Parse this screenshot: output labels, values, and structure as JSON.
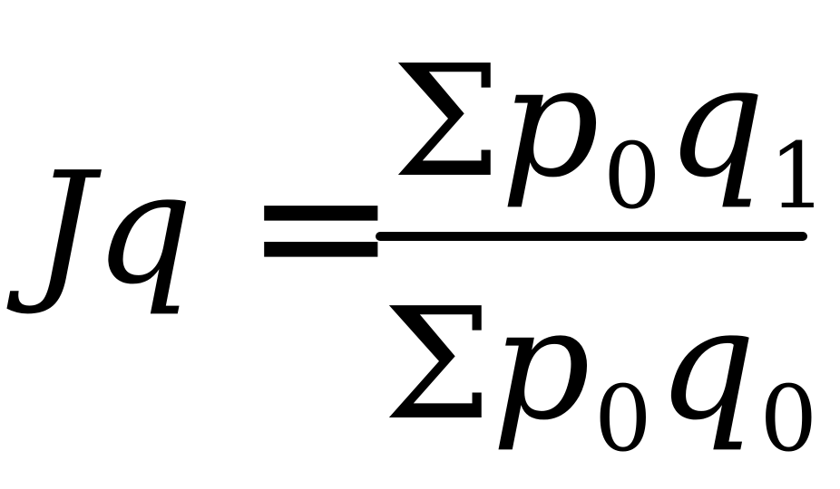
{
  "formula": {
    "lhs": "Jq",
    "equals": "=",
    "numerator": {
      "sigma": "Σ",
      "var1": "p",
      "sub1": "0",
      "var2": "q",
      "sub2": "1"
    },
    "denominator": {
      "sigma": "Σ",
      "var1": "p",
      "sub1": "0",
      "var2": "q",
      "sub2": "0"
    }
  }
}
